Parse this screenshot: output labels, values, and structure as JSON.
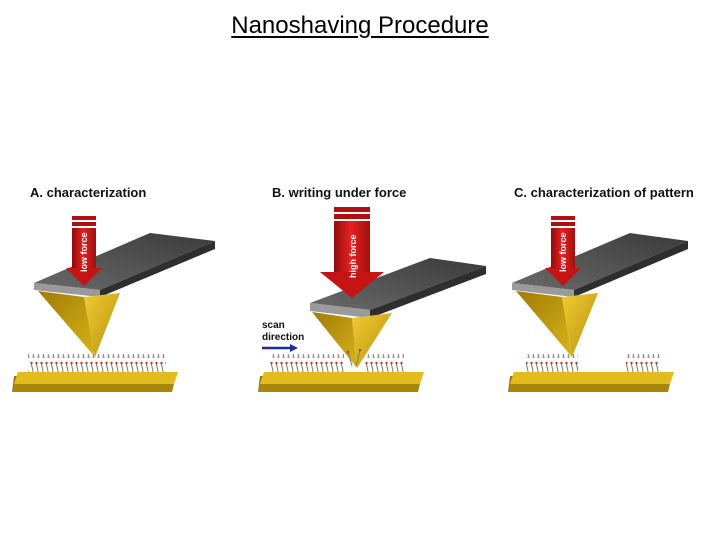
{
  "slide": {
    "title": "Nanoshaving Procedure"
  },
  "panels": [
    {
      "label": "A.  characterization",
      "force_label": "low force"
    },
    {
      "label": "B. writing under force",
      "force_label": "high force",
      "scan_label_line1": "scan",
      "scan_label_line2": "direction"
    },
    {
      "label": "C. characterization of pattern",
      "force_label": "low force"
    }
  ],
  "colors": {
    "arrow_red": "#d81818",
    "gold": "#d8b418",
    "cantilever": "#555555",
    "scan_arrow": "#1a2e9a"
  }
}
